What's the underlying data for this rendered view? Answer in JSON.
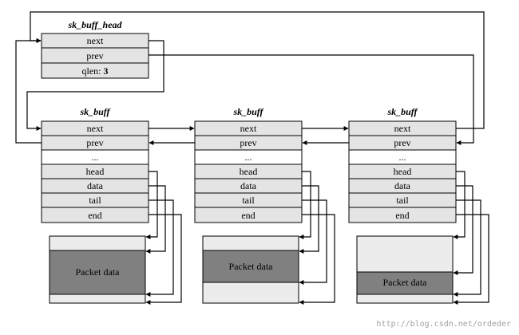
{
  "head_struct": {
    "title": "sk_buff_head",
    "fields": {
      "next": "next",
      "prev": "prev",
      "qlen_label": "qlen: ",
      "qlen_value": "3"
    }
  },
  "buffers": [
    {
      "title": "sk_buff",
      "fields": [
        "next",
        "prev",
        "...",
        "head",
        "data",
        "tail",
        "end"
      ],
      "packet_label": "Packet data"
    },
    {
      "title": "sk_buff",
      "fields": [
        "next",
        "prev",
        "...",
        "head",
        "data",
        "tail",
        "end"
      ],
      "packet_label": "Packet data"
    },
    {
      "title": "sk_buff",
      "fields": [
        "next",
        "prev",
        "...",
        "head",
        "data",
        "tail",
        "end"
      ],
      "packet_label": "Packet data"
    }
  ],
  "watermark": "http://blog.csdn.net/ordeder",
  "colors": {
    "field_fill": "#e4e4e4",
    "packet_light": "#ececec",
    "packet_dark": "#808080",
    "line": "#000000"
  }
}
